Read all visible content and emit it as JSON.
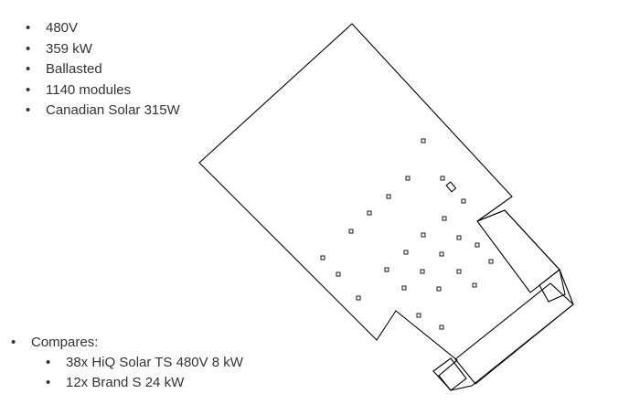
{
  "specs": [
    "480V",
    "359 kW",
    "Ballasted",
    "1140 modules",
    "Canadian Solar 315W"
  ],
  "compares": {
    "heading": "Compares:",
    "items": [
      "38x HiQ Solar TS 480V 8 kW",
      "12x Brand S 24 kW"
    ]
  },
  "colors": {
    "text": "#333333",
    "lines": "#000000",
    "background": "#ffffff"
  }
}
